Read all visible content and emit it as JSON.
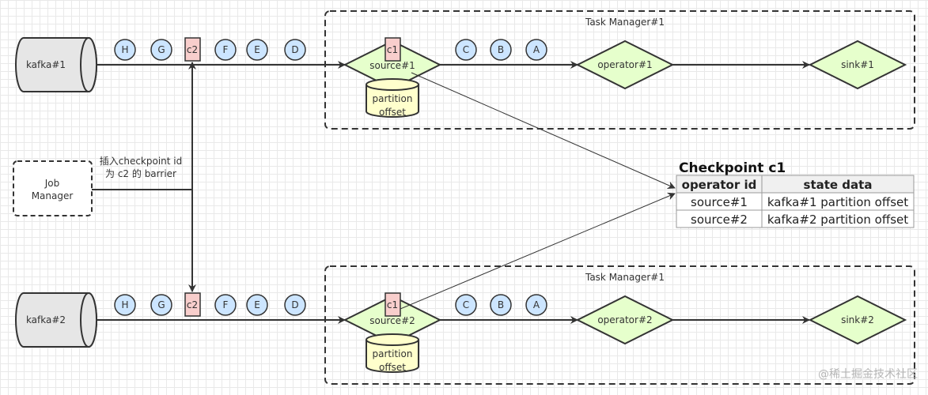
{
  "task_managers": [
    {
      "title": "Task Manager#1",
      "kafka": "kafka#1",
      "source": "source#1",
      "operator": "operator#1",
      "sink": "sink#1",
      "state": [
        "partition",
        "offset"
      ],
      "barrier_in_source": "c1"
    },
    {
      "title": "Task Manager#1",
      "kafka": "kafka#2",
      "source": "source#2",
      "operator": "operator#2",
      "sink": "sink#2",
      "state": [
        "partition",
        "offset"
      ],
      "barrier_in_source": "c1"
    }
  ],
  "stream_before": [
    "H",
    "G",
    "c2",
    "F",
    "E",
    "D"
  ],
  "stream_after": [
    "C",
    "B",
    "A"
  ],
  "job_manager": {
    "lines": [
      "Job",
      "Manager"
    ]
  },
  "inject_label": [
    "插入checkpoint id",
    "为 c2 的 barrier"
  ],
  "checkpoint": {
    "title": "Checkpoint c1",
    "headers": [
      "operator id",
      "state data"
    ],
    "rows": [
      [
        "source#1",
        "kafka#1 partition offset"
      ],
      [
        "source#2",
        "kafka#2 partition offset"
      ]
    ]
  },
  "watermark": "@稀土掘金技术社区",
  "colors": {
    "record": "#cce5ff",
    "barrier": "#f8cecc",
    "operator": "#e6ffcc",
    "state": "#ffffcc",
    "kafka": "#e6e6e6"
  }
}
